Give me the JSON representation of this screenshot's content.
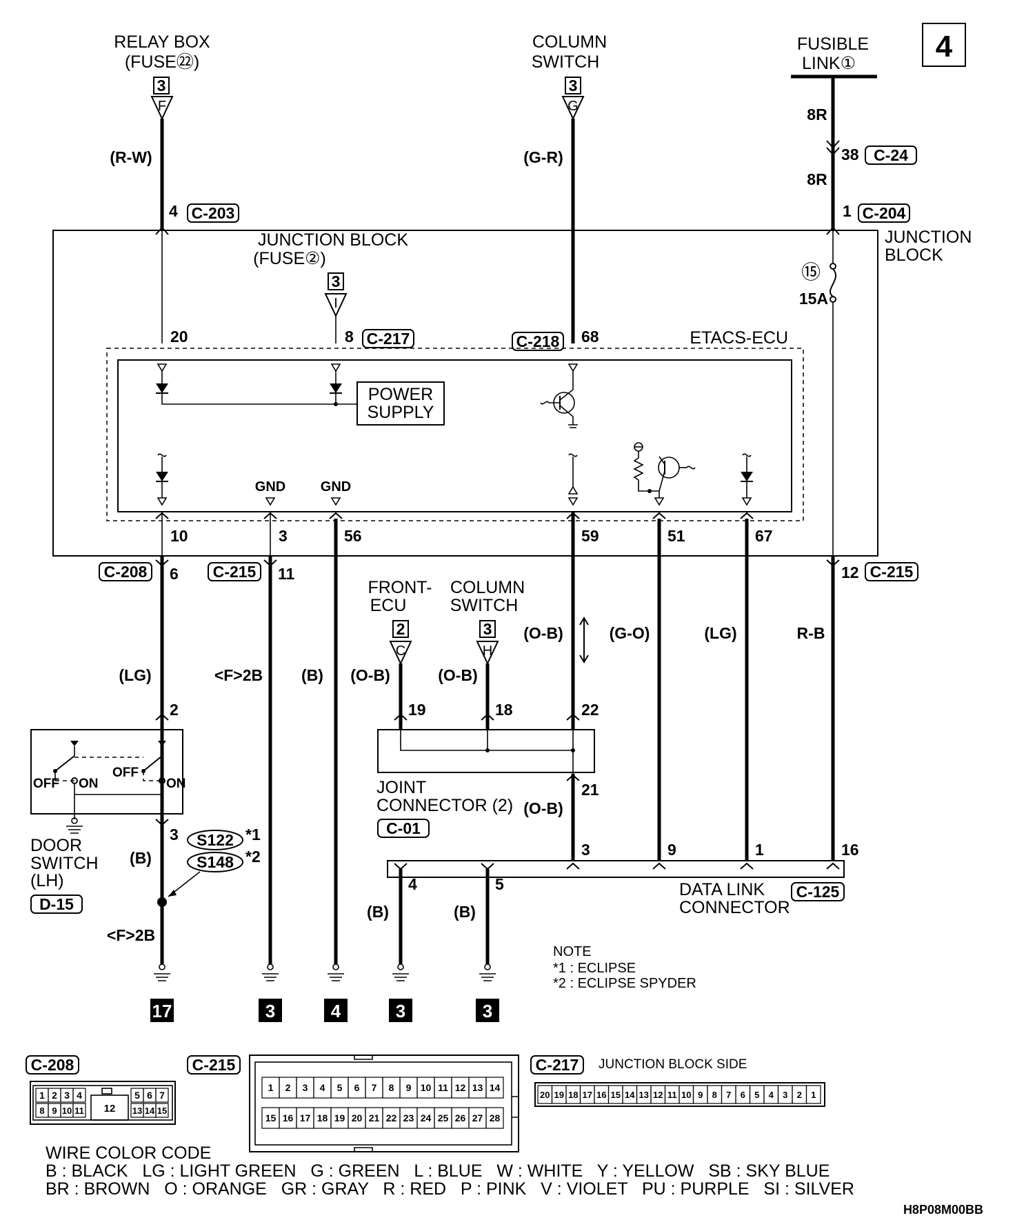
{
  "page_number": "4",
  "sources": {
    "relay_box": {
      "line1": "RELAY BOX",
      "line2": "(FUSE㉒)",
      "num": "3",
      "letter": "F"
    },
    "column_switch_top": {
      "line1": "COLUMN",
      "line2": "SWITCH",
      "num": "3",
      "letter": "G"
    },
    "fusible_link": {
      "line1": "FUSIBLE",
      "line2": "LINK①"
    },
    "jb_fuse": {
      "line1": "JUNCTION BLOCK",
      "line2": "(FUSE②)",
      "num": "3",
      "letter": "I"
    },
    "front_ecu": {
      "line1": "FRONT-",
      "line2": "ECU",
      "num": "2",
      "letter": "C"
    },
    "column_switch_low": {
      "line1": "COLUMN",
      "line2": "SWITCH",
      "num": "3",
      "letter": "H"
    }
  },
  "labels": {
    "junction_block_1": "JUNCTION",
    "junction_block_2": "BLOCK",
    "etacs_ecu": "ETACS-ECU",
    "power_supply_1": "POWER",
    "power_supply_2": "SUPPLY",
    "gnd": "GND",
    "fuse_num": "⑮",
    "fuse_amp": "15A",
    "joint_connector_1": "JOINT",
    "joint_connector_2": "CONNECTOR (2)",
    "door_switch_1": "DOOR",
    "door_switch_2": "SWITCH",
    "door_switch_3": "(LH)",
    "off": "OFF",
    "on": "ON",
    "data_link_1": "DATA LINK",
    "data_link_2": "CONNECTOR",
    "splice_1": "S122",
    "splice_1_mark": "*1",
    "splice_2": "S148",
    "splice_2_mark": "*2",
    "note_title": "NOTE",
    "note_1": "*1 : ECLIPSE",
    "note_2": "*2 : ECLIPSE SPYDER",
    "jb_side": "JUNCTION BLOCK SIDE",
    "image_code": "H8P08M00BB"
  },
  "connectors": {
    "c203": "C-203",
    "c24": "C-24",
    "c204": "C-204",
    "c217": "C-217",
    "c218": "C-218",
    "c208": "C-208",
    "c215a": "C-215",
    "c215b": "C-215",
    "c01": "C-01",
    "c125": "C-125",
    "d15": "D-15",
    "c208_view": "C-208",
    "c215_view": "C-215",
    "c217_view": "C-217"
  },
  "wire_colors": {
    "rw": "(R-W)",
    "gr_top": "(G-R)",
    "r8_1": "8R",
    "r8_2": "8R",
    "lg1": "(LG)",
    "f2b_1": "<F>2B",
    "b_mid": "(B)",
    "ob1": "(O-B)",
    "ob2": "(O-B)",
    "ob3": "(O-B)",
    "go": "(G-O)",
    "lg2": "(LG)",
    "rb": "R-B",
    "b_door": "(B)",
    "f2b_2": "<F>2B",
    "ob4": "(O-B)",
    "b4": "(B)",
    "b5": "(B)"
  },
  "pins": {
    "p4": "4",
    "p38": "38",
    "p1_top": "1",
    "p20": "20",
    "p8": "8",
    "p68": "68",
    "p10": "10",
    "p3": "3",
    "p56": "56",
    "p59": "59",
    "p51": "51",
    "p67": "67",
    "p6": "6",
    "p11": "11",
    "p12": "12",
    "p2": "2",
    "p19": "19",
    "p18": "18",
    "p22": "22",
    "p21": "21",
    "p3_door": "3",
    "p3_dlc": "3",
    "p9": "9",
    "p1_dlc": "1",
    "p16": "16",
    "p4_dlc": "4",
    "p5_dlc": "5"
  },
  "grounds": {
    "g1": "17",
    "g2": "3",
    "g3": "4",
    "g4": "3",
    "g5": "3"
  },
  "connector_views": {
    "c208_top": [
      "1",
      "2",
      "3",
      "4",
      "5",
      "6",
      "7"
    ],
    "c208_bottom": [
      "8",
      "9",
      "10",
      "11",
      "13",
      "14",
      "15"
    ],
    "c208_center": "12",
    "c215_top": [
      "1",
      "2",
      "3",
      "4",
      "5",
      "6",
      "7",
      "8",
      "9",
      "10",
      "11",
      "12",
      "13",
      "14"
    ],
    "c215_bottom": [
      "15",
      "16",
      "17",
      "18",
      "19",
      "20",
      "21",
      "22",
      "23",
      "24",
      "25",
      "26",
      "27",
      "28"
    ],
    "c217_row": [
      "20",
      "19",
      "18",
      "17",
      "16",
      "15",
      "14",
      "13",
      "12",
      "11",
      "10",
      "9",
      "8",
      "7",
      "6",
      "5",
      "4",
      "3",
      "2",
      "1"
    ]
  },
  "wire_color_code": {
    "title": "WIRE COLOR CODE",
    "line1": "B : BLACK   LG : LIGHT GREEN   G : GREEN   L : BLUE   W : WHITE   Y : YELLOW   SB : SKY BLUE",
    "line2": "BR : BROWN   O : ORANGE   GR : GRAY   R : RED   P : PINK   V : VIOLET   PU : PURPLE   SI : SILVER"
  }
}
